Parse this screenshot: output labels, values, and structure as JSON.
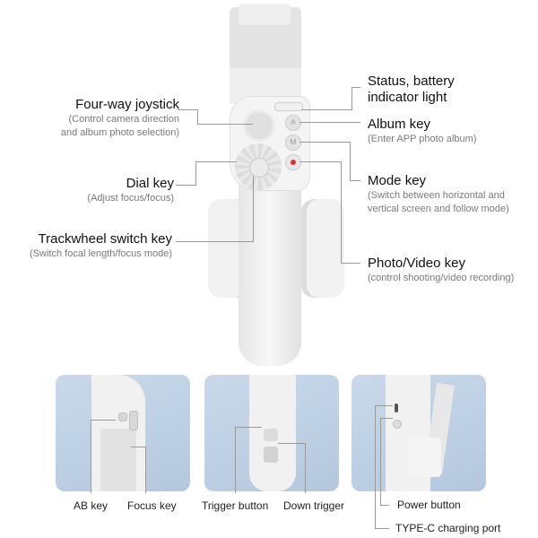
{
  "left_labels": [
    {
      "title": "Four-way joystick",
      "desc": "(Control camera direction",
      "desc2": "and album photo selection)"
    },
    {
      "title": "Dial key",
      "desc": "(Adjust focus/focus)"
    },
    {
      "title": "Trackwheel switch key",
      "desc": "(Switch focal length/focus mode)"
    }
  ],
  "right_labels": [
    {
      "title": "Status, battery",
      "title2": "indicator light"
    },
    {
      "title": "Album key",
      "desc": "(Enter APP photo album)"
    },
    {
      "title": "Mode key",
      "desc": "(Switch between horizontal and",
      "desc2": "vertical screen and follow mode)"
    },
    {
      "title": "Photo/Video key",
      "desc": "(control shooting/video recording)"
    }
  ],
  "bottom_labels": {
    "panel1": [
      "AB key",
      "Focus key"
    ],
    "panel2": [
      "Trigger button",
      "Down trigger"
    ],
    "panel3": [
      "Power button",
      "TYPE-C charging port"
    ]
  },
  "device": {
    "album_glyph": "A",
    "mode_glyph": "M"
  }
}
